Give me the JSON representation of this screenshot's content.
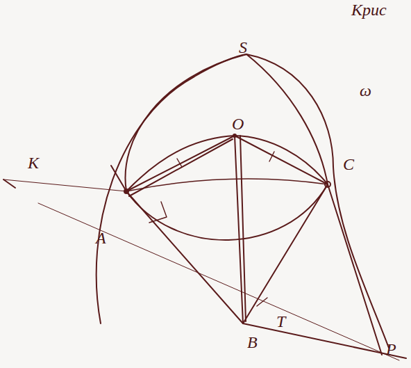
{
  "diagram": {
    "labels": [
      "Крис",
      "S",
      "ω",
      "O",
      "K",
      "C",
      "A",
      "B",
      "T",
      "P"
    ]
  }
}
